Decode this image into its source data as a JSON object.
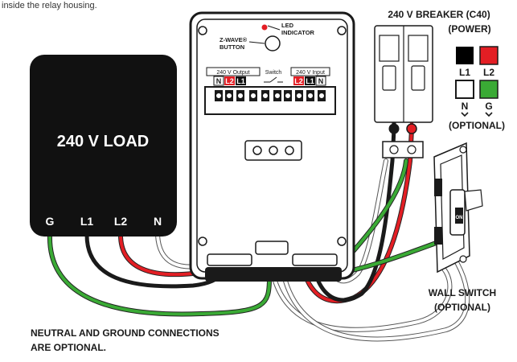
{
  "caption_top": "inside the relay housing.",
  "load": {
    "title": "240 V LOAD",
    "terminals": [
      "G",
      "L1",
      "L2",
      "N"
    ]
  },
  "relay": {
    "led_label_1": "LED",
    "led_label_2": "INDICATOR",
    "zwave_label_1": "Z-WAVE®",
    "zwave_label_2": "BUTTON",
    "groups": [
      "240 V Output",
      "Switch",
      "240 V Input"
    ],
    "terminals": [
      "N",
      "L2",
      "L1",
      "",
      "",
      "L2",
      "L1",
      "N"
    ]
  },
  "breaker": {
    "title_1": "240 V BREAKER (C40)",
    "title_2": "(POWER)",
    "legend": [
      {
        "label": "L1",
        "color": "#000000"
      },
      {
        "label": "L2",
        "color": "#e31e24"
      },
      {
        "label": "N",
        "color": "#ffffff"
      },
      {
        "label": "G",
        "color": "#3aaa35"
      }
    ],
    "optional": "(OPTIONAL)"
  },
  "wall_switch": {
    "label_1": "WALL SWITCH",
    "label_2": "(OPTIONAL)",
    "on_text": "ON"
  },
  "note": {
    "line_1": "NEUTRAL AND GROUND CONNECTIONS",
    "line_2": "ARE OPTIONAL."
  },
  "colors": {
    "black": "#1a1a1a",
    "red": "#e31e24",
    "green": "#3aaa35",
    "white": "#ffffff",
    "gray": "#7a7a7a"
  }
}
